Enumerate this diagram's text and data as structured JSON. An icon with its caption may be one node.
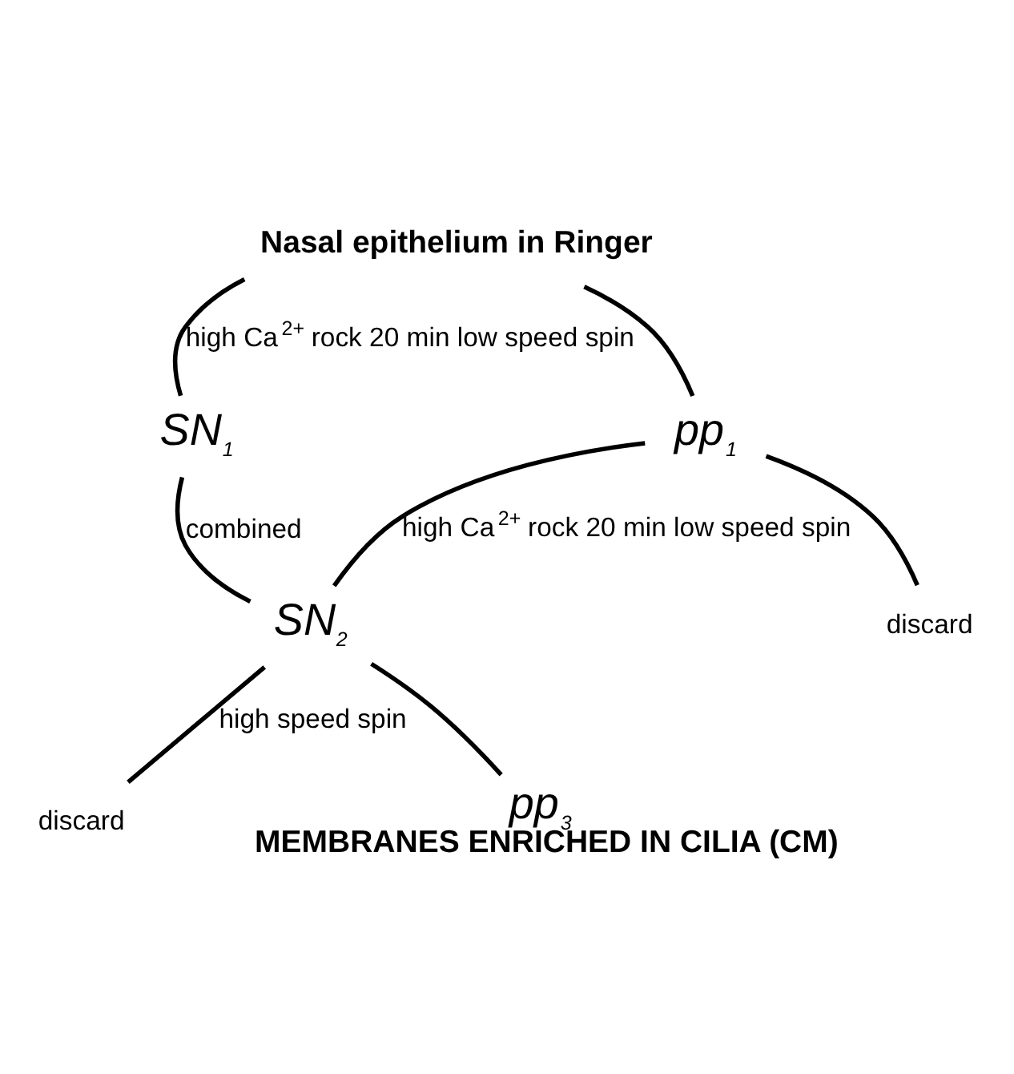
{
  "diagram": {
    "nodes": [
      {
        "text": [
          "Nasal epithelium in Ringer"
        ]
      },
      {
        "text": [
          "SN$_{1}$"
        ]
      },
      {
        "text": [
          "pp$_{1}$"
        ]
      },
      {
        "text": [
          "SN$_{2}$"
        ]
      },
      {
        "text": [
          "discard"
        ]
      },
      {
        "text": [
          "discard"
        ]
      },
      {
        "text": [
          "pp$_{3}$"
        ],
        "beside": [
          "MEMBRANES ENRICHED IN CILIA (CM)"
        ]
      }
    ],
    "edges": [
      {
        "from": 0,
        "to": 1,
        "arrow": "none",
        "label": "high Ca$^{2+}$ rock 20 min low speed spin"
      },
      {
        "from": 0,
        "to": 2,
        "arrow": "none"
      },
      {
        "from": 1,
        "to": 3,
        "arrow": "none",
        "label": "combined"
      },
      {
        "from": 2,
        "to": 3,
        "arrow": "none",
        "label": "high Ca$^{2+}$ rock 20 min low speed spin"
      },
      {
        "from": 2,
        "to": 4,
        "arrow": "none"
      },
      {
        "from": 3,
        "to": 5,
        "arrow": "none",
        "label": "high speed spin"
      },
      {
        "from": 3,
        "to": 6,
        "arrow": "none"
      }
    ]
  }
}
